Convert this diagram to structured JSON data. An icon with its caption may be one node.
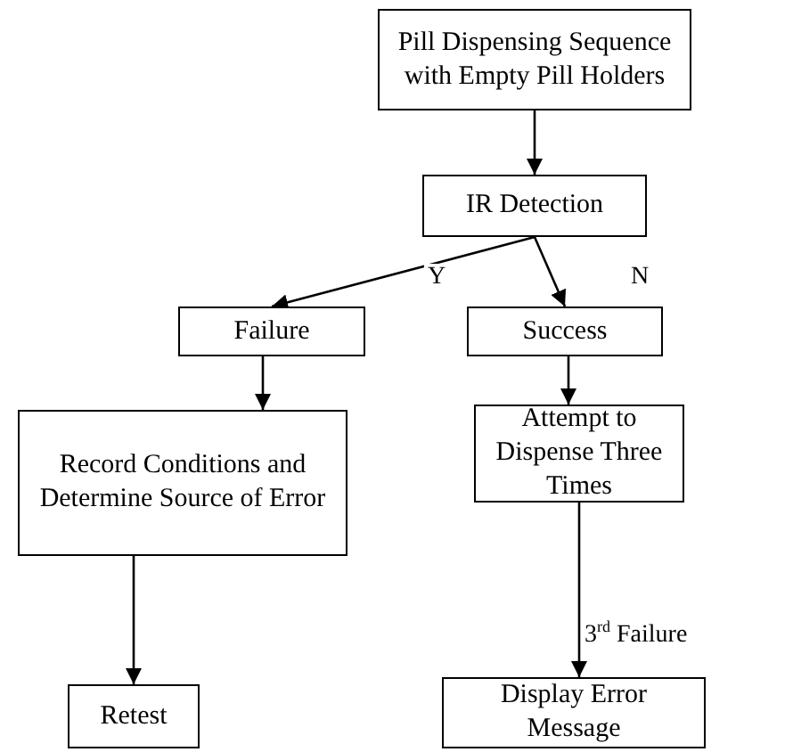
{
  "diagram": {
    "nodes": [
      {
        "text": [
          "Pill Dispensing Sequence with Empty Pill Holders"
        ]
      },
      {
        "text": [
          "IR Detection"
        ]
      },
      {
        "text": [
          "Failure"
        ]
      },
      {
        "text": [
          "Success"
        ]
      },
      {
        "text": [
          "Record Conditions and Determine Source of Error"
        ]
      },
      {
        "text": [
          "Attempt to Dispense Three Times"
        ]
      },
      {
        "text": [
          "Retest"
        ]
      },
      {
        "text": [
          "Display Error Message"
        ]
      }
    ],
    "edges": [
      {
        "from": 0,
        "to": 1,
        "arrow": "to"
      },
      {
        "from": 1,
        "to": 2,
        "arrow": "to",
        "label": "Y"
      },
      {
        "from": 1,
        "to": 3,
        "arrow": "to",
        "label": "N"
      },
      {
        "from": 2,
        "to": 4,
        "arrow": "to"
      },
      {
        "from": 3,
        "to": 5,
        "arrow": "to"
      },
      {
        "from": 4,
        "to": 6,
        "arrow": "to"
      },
      {
        "from": 5,
        "to": 7,
        "arrow": "to",
        "label": "3$^{rd}$ Failure"
      }
    ]
  }
}
